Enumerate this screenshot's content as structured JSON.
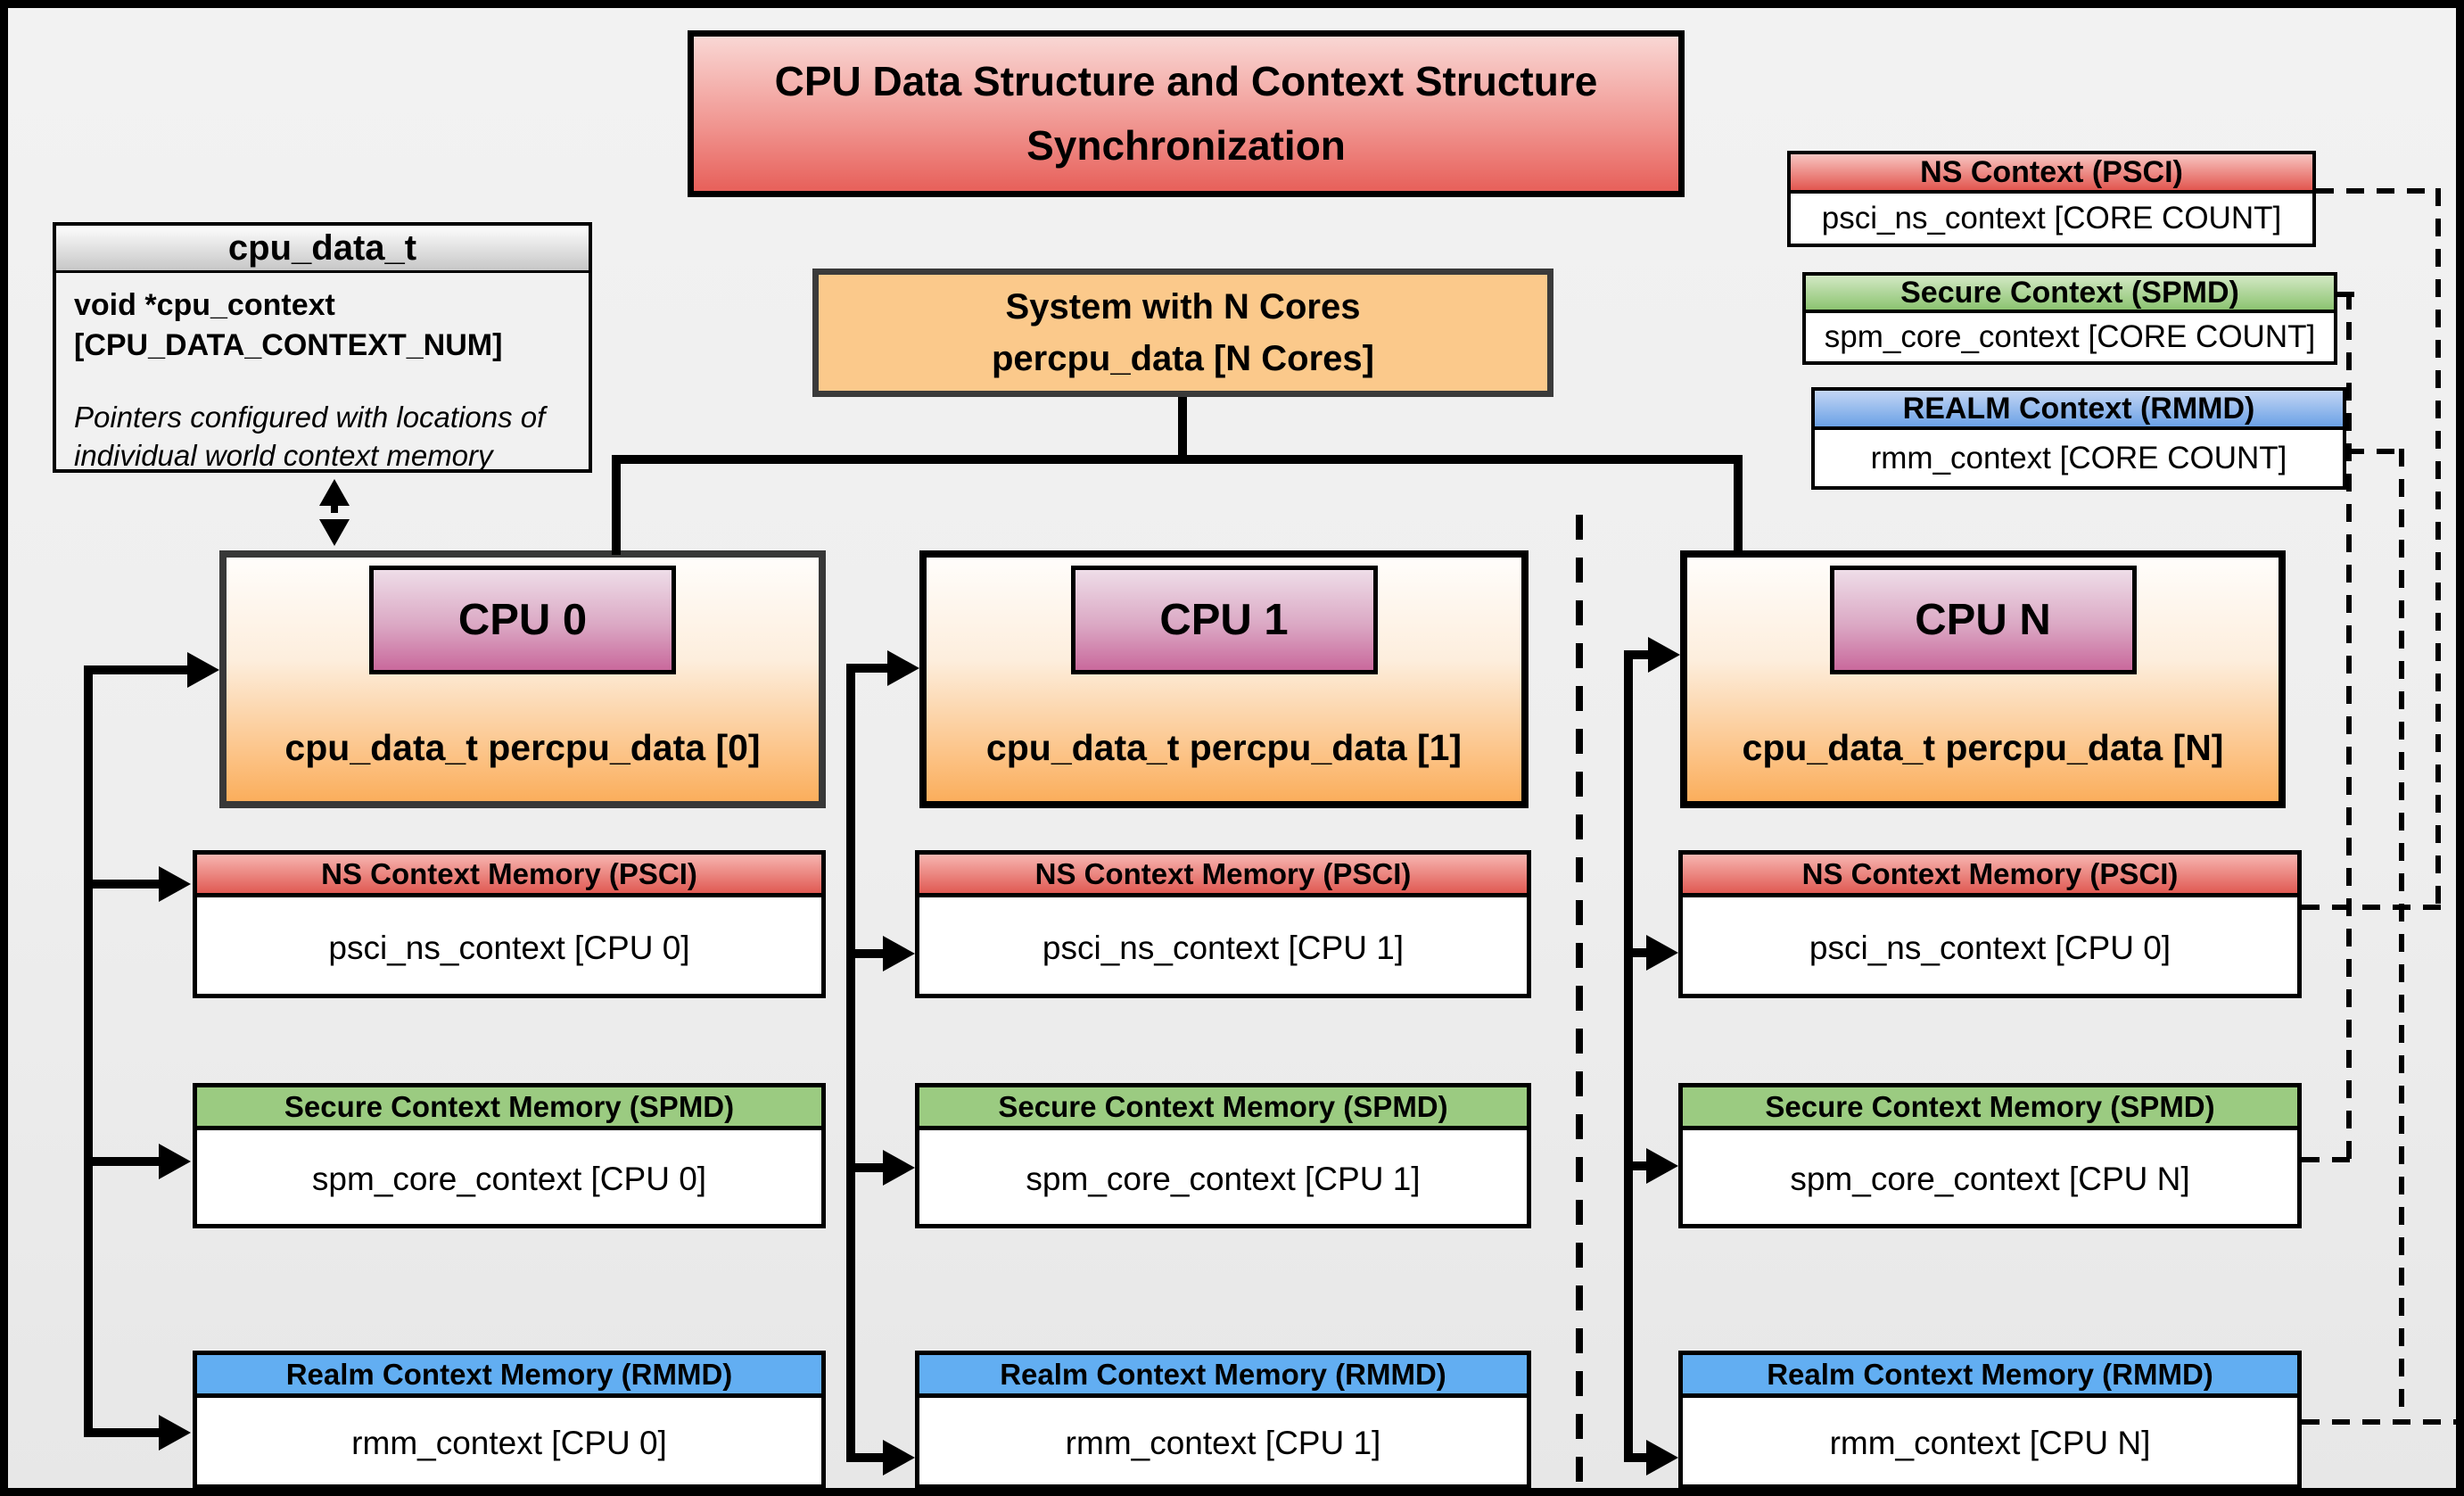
{
  "title": "CPU Data Structure and Context Structure Synchronization",
  "cpu_data_t_box": {
    "header": "cpu_data_t",
    "declaration": "void  *cpu_context [CPU_DATA_CONTEXT_NUM]",
    "note": "Pointers configured with locations of individual world context memory"
  },
  "system_box": {
    "line1": "System with N Cores",
    "line2": "percpu_data [N Cores]"
  },
  "legend": [
    {
      "header": "NS Context  (PSCI)",
      "body": "psci_ns_context [CORE COUNT]"
    },
    {
      "header": "Secure Context (SPMD)",
      "body": "spm_core_context [CORE COUNT]"
    },
    {
      "header": "REALM Context (RMMD)",
      "body": "rmm_context [CORE COUNT]"
    }
  ],
  "cpus": [
    {
      "label": "CPU 0",
      "data_label": "cpu_data_t percpu_data [0]",
      "ns": {
        "header": "NS Context Memory (PSCI)",
        "body": "psci_ns_context [CPU 0]"
      },
      "secure": {
        "header": "Secure Context Memory (SPMD)",
        "body": "spm_core_context [CPU 0]"
      },
      "realm": {
        "header": "Realm Context Memory (RMMD)",
        "body": "rmm_context [CPU 0]"
      }
    },
    {
      "label": "CPU 1",
      "data_label": "cpu_data_t percpu_data [1]",
      "ns": {
        "header": "NS Context Memory (PSCI)",
        "body": "psci_ns_context [CPU 1]"
      },
      "secure": {
        "header": "Secure Context Memory (SPMD)",
        "body": "spm_core_context [CPU 1]"
      },
      "realm": {
        "header": "Realm Context Memory (RMMD)",
        "body": "rmm_context [CPU 1]"
      }
    },
    {
      "label": "CPU N",
      "data_label": "cpu_data_t percpu_data [N]",
      "ns": {
        "header": "NS Context Memory (PSCI)",
        "body": "psci_ns_context [CPU 0]"
      },
      "secure": {
        "header": "Secure Context Memory (SPMD)",
        "body": "spm_core_context [CPU N]"
      },
      "realm": {
        "header": "Realm Context Memory (RMMD)",
        "body": "rmm_context [CPU N]"
      }
    }
  ],
  "colors": {
    "title_red": "#e7605a",
    "ns_red": "#e2615a",
    "secure_green": "#9bcb81",
    "realm_blue": "#62aef2",
    "cpu_orange": "#fbae5c",
    "chip_pink": "#c9699c",
    "system_orange": "#fbc98b"
  }
}
